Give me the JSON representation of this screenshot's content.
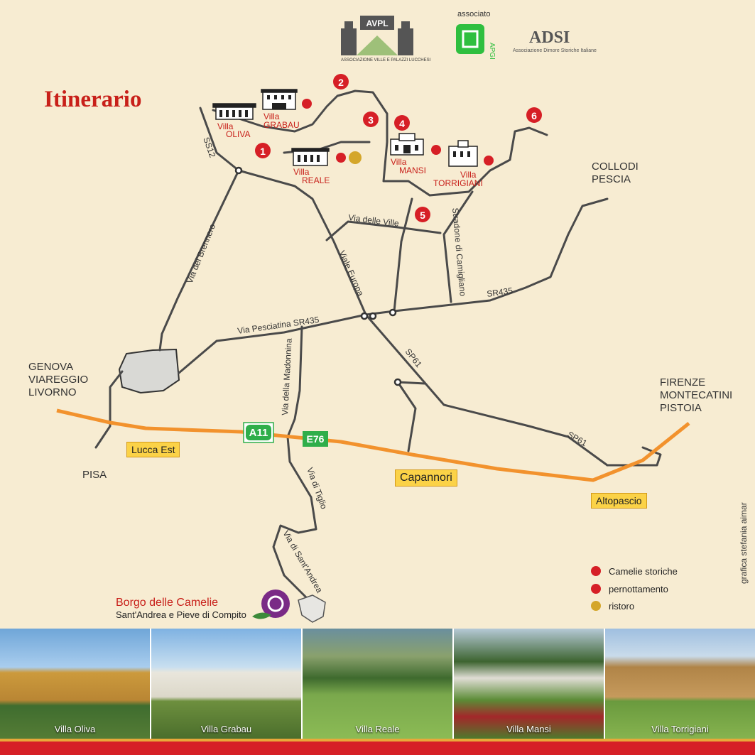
{
  "title": "Itinerario",
  "logos": {
    "avpl": "AVPL",
    "avpl_sub": "ASSOCIAZIONE VILLE E PALAZZI LUCCHESI",
    "associato": "associato",
    "apgi": "APGI",
    "adsi": "ADSI",
    "adsi_sub": "Associazione Dimore Storiche Italiane"
  },
  "villas": {
    "oliva": {
      "line1": "Villa",
      "line2": "OLIVA"
    },
    "grabau": {
      "line1": "Villa",
      "line2": "GRABAU"
    },
    "reale": {
      "line1": "Villa",
      "line2": "REALE"
    },
    "mansi": {
      "line1": "Villa",
      "line2": "MANSI"
    },
    "torrigiani": {
      "line1": "Villa",
      "line2": "TORRIGIANI"
    }
  },
  "markers": [
    "1",
    "2",
    "3",
    "4",
    "5",
    "6"
  ],
  "roads": {
    "ss12": "SS12",
    "brennero": "Via del Brennero",
    "via_ville": "Via delle Ville",
    "viale_europa": "Viale Europa",
    "camigliano": "Stradone di Camigliano",
    "sr435": "SR435",
    "pesciatina": "Via Pesciatina SR435",
    "madonnina": "Via della Madonnina",
    "sp61a": "SP61",
    "sp61b": "SP61",
    "tiglio": "Via di Tiglio",
    "santandrea": "Via di Sant'Andrea"
  },
  "motorway": {
    "a11": "A11",
    "e76": "E76"
  },
  "tolls": {
    "lucca_est": "Lucca Est",
    "capannori": "Capannori",
    "altopascio": "Altopascio"
  },
  "cities": {
    "genova": [
      "GENOVA",
      "VIAREGGIO",
      "LIVORNO"
    ],
    "pisa": "PISA",
    "collodi": [
      "COLLODI",
      "PESCIA"
    ],
    "firenze": [
      "FIRENZE",
      "MONTECATINI",
      "PISTOIA"
    ]
  },
  "borgo": {
    "title": "Borgo delle Camelie",
    "subtitle": "Sant'Andrea e Pieve di Compito"
  },
  "legend": {
    "camelie": "Camelie storiche",
    "pernottamento": "pernottamento",
    "ristoro": "ristoro"
  },
  "credit": "grafica stefania aimar",
  "photos": [
    "Villa Oliva",
    "Villa Grabau",
    "Villa Reale",
    "Villa Mansi",
    "Villa Torrigiani"
  ],
  "colors": {
    "accent_red": "#c8201a",
    "motorway": "#f2922d",
    "road": "#4a4a4a",
    "background": "#f7ecd2",
    "ristoro": "#d4a62a"
  }
}
